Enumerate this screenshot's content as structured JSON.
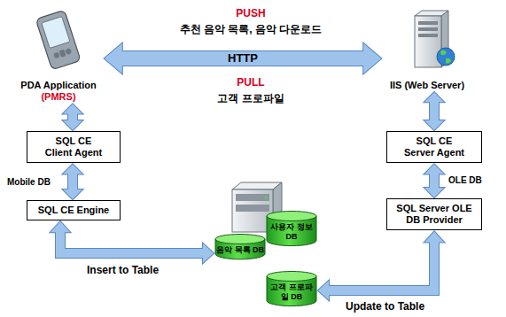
{
  "diagram": {
    "nodes": [
      {
        "text": [
          "PDA Application",
          "(PMRS)"
        ]
      },
      {
        "text": [
          "IIS (Web Server)"
        ]
      },
      {
        "text": [
          "SQL CE Client Agent"
        ]
      },
      {
        "text": [
          "SQL CE Server Agent"
        ]
      },
      {
        "text": [
          "SQL CE Engine"
        ]
      },
      {
        "text": [
          "SQL Server OLE DB Provider"
        ]
      },
      {
        "text": [
          "사용자 정보 DB"
        ]
      },
      {
        "text": [
          "음악 목록 DB"
        ]
      },
      {
        "text": [
          "고객 프로파일 DB"
        ]
      }
    ],
    "edges": [
      {
        "from": 0,
        "to": 1,
        "arrow": "both",
        "label": "HTTP"
      },
      {
        "from": 0,
        "to": 2,
        "arrow": "both"
      },
      {
        "from": 1,
        "to": 3,
        "arrow": "both"
      },
      {
        "from": 2,
        "to": 4,
        "arrow": "both",
        "label": "Mobile DB"
      },
      {
        "from": 3,
        "to": 5,
        "arrow": "both",
        "label": "OLE DB"
      },
      {
        "from": 4,
        "to": 7,
        "arrow": "both",
        "label": "Insert to Table"
      },
      {
        "from": 5,
        "to": 8,
        "arrow": "both",
        "label": "Update to Table"
      }
    ],
    "labels": [
      "PUSH",
      "추천 음악 목록, 음악 다운로드",
      "PULL",
      "고객 프로파일"
    ]
  }
}
